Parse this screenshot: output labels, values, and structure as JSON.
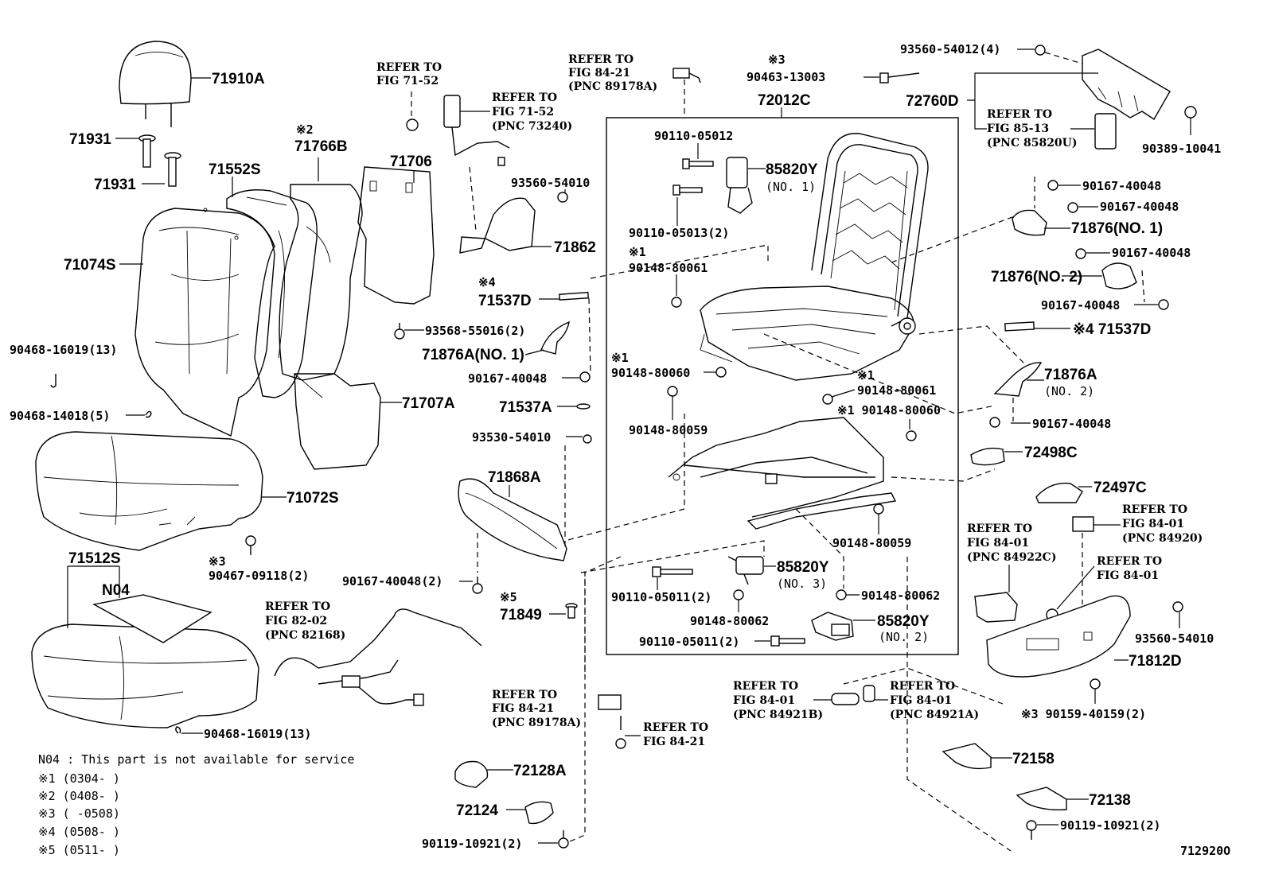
{
  "diagram_id": "712920O",
  "parts": {
    "p71910A": "71910A",
    "p71931a": "71931",
    "p71931b": "71931",
    "p71552S": "71552S",
    "p71766B": "71766B",
    "p71766B_mark": "※2",
    "p71706": "71706",
    "p71074S": "71074S",
    "p90468_16019_top": "90468-16019(13)",
    "p90468_14018": "90468-14018(5)",
    "p71707A": "71707A",
    "p71072S": "71072S",
    "p90467_mark": "※3",
    "p90467": "90467-09118(2)",
    "p71512S": "71512S",
    "pN04": "N04",
    "p90468_16019_bot": "90468-16019(13)",
    "p93560_54010a": "93560-54010",
    "p71862": "71862",
    "p71537D_left_mark": "※4",
    "p71537D_left": "71537D",
    "p93568": "93568-55016(2)",
    "p71876A1": "71876A(NO. 1)",
    "p90167_40048_a": "90167-40048",
    "p71537A": "71537A",
    "p93530": "93530-54010",
    "p71868A": "71868A",
    "p90167_40048_2": "90167-40048(2)",
    "p71849_mark": "※5",
    "p71849": "71849",
    "p72128A": "72128A",
    "p72124": "72124",
    "p90119_10921_left": "90119-10921(2)",
    "p72012C": "72012C",
    "p90110_05012": "90110-05012",
    "p85820Y_1": "85820Y",
    "p85820Y_1_no": "(NO. 1)",
    "p90110_05013": "90110-05013(2)",
    "p90148_80061_a_mark": "※1",
    "p90148_80061_a": "90148-80061",
    "p90148_80060_a_mark": "※1",
    "p90148_80060_a": "90148-80060",
    "p90148_80061_b_mark": "※1",
    "p90148_80061_b": "90148-80061",
    "p90148_80060_b": "※1 90148-80060",
    "p90148_80059_a": "90148-80059",
    "p90148_80059_b": "90148-80059",
    "p85820Y_3": "85820Y",
    "p85820Y_3_no": "(NO. 3)",
    "p90110_05011_a": "90110-05011(2)",
    "p90148_80062_a": "90148-80062",
    "p90148_80062_b": "90148-80062",
    "p85820Y_2": "85820Y",
    "p85820Y_2_no": "(NO. 2)",
    "p90110_05011_b": "90110-05011(2)",
    "p90463_mark": "※3",
    "p90463": "90463-13003",
    "p93560_54012": "93560-54012(4)",
    "p72760D": "72760D",
    "p90389": "90389-10041",
    "p90167_40048_r1": "90167-40048",
    "p90167_40048_r2": "90167-40048",
    "p71876_1": "71876(NO. 1)",
    "p90167_40048_r3": "90167-40048",
    "p71876_2": "71876(NO. 2)",
    "p90167_40048_r4": "90167-40048",
    "p71537D_right": "※4 71537D",
    "p71876A2": "71876A",
    "p71876A2_no": "(NO. 2)",
    "p90167_40048_r5": "90167-40048",
    "p72498C": "72498C",
    "p72497C": "72497C",
    "p93560_54010b": "93560-54010",
    "p71812D": "71812D",
    "p90159_40159": "※3 90159-40159(2)",
    "p72158": "72158",
    "p72138": "72138",
    "p90119_10921_right": "90119-10921(2)"
  },
  "refs": {
    "r71_52_a": [
      "REFER TO",
      "FIG 71-52"
    ],
    "r71_52_b": [
      "REFER TO",
      "FIG 71-52",
      "(PNC 73240)"
    ],
    "r84_21_top": [
      "REFER TO",
      "FIG 84-21",
      "(PNC 89178A)"
    ],
    "r85_13": [
      "REFER TO",
      "FIG 85-13",
      "(PNC 85820U)"
    ],
    "r84_01_a": [
      "REFER TO",
      "FIG 84-01",
      "(PNC 84920)"
    ],
    "r84_01_b": [
      "REFER TO",
      "FIG 84-01",
      "(PNC 84922C)"
    ],
    "r84_01_c": [
      "REFER TO",
      "FIG 84-01"
    ],
    "r82_02": [
      "REFER TO",
      "FIG 82-02",
      "(PNC 82168)"
    ],
    "r84_21_bot": [
      "REFER TO",
      "FIG 84-21",
      "(PNC 89178A)"
    ],
    "r84_21_screw": [
      "REFER TO",
      "FIG 84-21"
    ],
    "r84_01_d": [
      "REFER TO",
      "FIG 84-01",
      "(PNC 84921B)"
    ],
    "r84_01_e": [
      "REFER TO",
      "FIG 84-01",
      "(PNC 84921A)"
    ]
  },
  "notes": {
    "n04": "N04 : This part is not available for service",
    "m1": "※1 (0304-     )",
    "m2": "※2 (0408-     )",
    "m3": "※3 (     -0508)",
    "m4": "※4 (0508-     )",
    "m5": "※5 (0511-     )"
  }
}
